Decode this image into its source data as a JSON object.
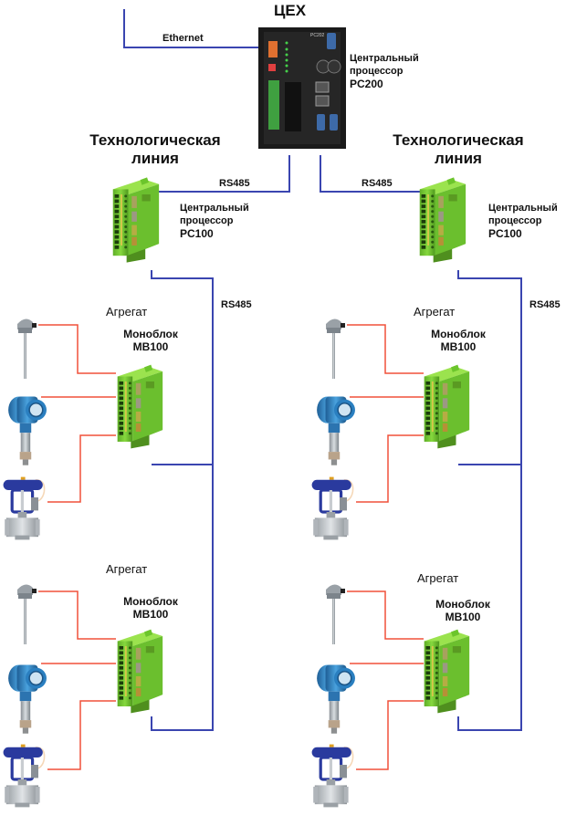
{
  "workshop": {
    "title": "ЦЕХ",
    "network_label": "Ethernet",
    "processor": {
      "line1": "Центральный",
      "line2": "процессор",
      "model": "PC200"
    }
  },
  "lines": [
    {
      "title_line1": "Технологическая",
      "title_line2": "линия",
      "uplink_label": "RS485",
      "processor": {
        "line1": "Центральный",
        "line2": "процессор",
        "model": "PC100"
      },
      "bus_label": "RS485",
      "units": [
        {
          "label": "Агрегат",
          "block_line1": "Моноблок",
          "block_line2": "MB100"
        },
        {
          "label": "Агрегат",
          "block_line1": "Моноблок",
          "block_line2": "MB100"
        }
      ]
    },
    {
      "title_line1": "Технологическая",
      "title_line2": "линия",
      "uplink_label": "RS485",
      "processor": {
        "line1": "Центральный",
        "line2": "процессор",
        "model": "PC100"
      },
      "bus_label": "RS485",
      "units": [
        {
          "label": "Агрегат",
          "block_line1": "Моноблок",
          "block_line2": "MB100"
        },
        {
          "label": "Агрегат",
          "block_line1": "Моноблок",
          "block_line2": "MB100"
        }
      ]
    }
  ],
  "colors": {
    "bus_wire": "#3a45b0",
    "signal_wire": "#f0503a",
    "module_green": "#7fd13a",
    "controller_body": "#1a1a1a",
    "transmitter_blue": "#2f86c8",
    "actuator_blue": "#2a3a9e"
  }
}
